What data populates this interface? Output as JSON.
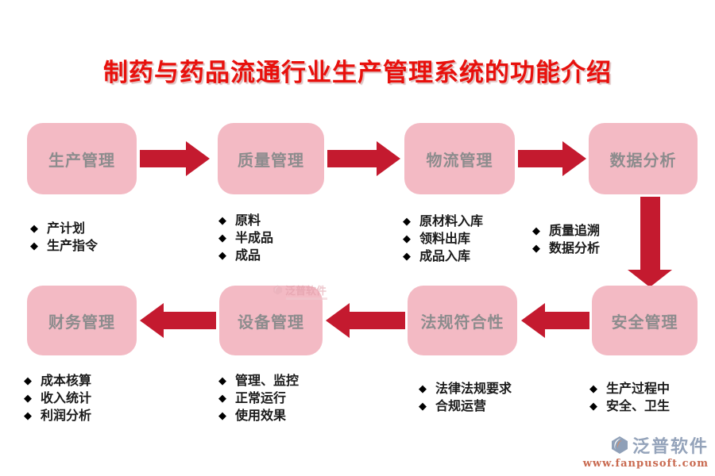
{
  "title": "制药与药品流通行业生产管理系统的功能介绍",
  "colors": {
    "title": "#E8100C",
    "box_fill": "#F3BAC4",
    "box_text": "#8C8C8D",
    "arrow": "#C41A2F",
    "bullet_text": "#1A1A1A",
    "logo_text": "#94A3BA",
    "logo_url": "#C96A50",
    "background": "#FFFFFF"
  },
  "icons": {
    "bullet": "◆"
  },
  "nodes": [
    {
      "id": "production",
      "label": "生产管理"
    },
    {
      "id": "quality",
      "label": "质量管理"
    },
    {
      "id": "logistics",
      "label": "物流管理"
    },
    {
      "id": "data-analysis",
      "label": "数据分析"
    },
    {
      "id": "finance",
      "label": "财务管理"
    },
    {
      "id": "equipment",
      "label": "设备管理"
    },
    {
      "id": "compliance",
      "label": "法规符合性"
    },
    {
      "id": "safety",
      "label": "安全管理"
    }
  ],
  "lists": [
    {
      "for": "生产管理",
      "items": [
        "产计划",
        "生产指令"
      ]
    },
    {
      "for": "质量管理",
      "items": [
        "原料",
        "半成品",
        "成品"
      ]
    },
    {
      "for": "物流管理",
      "items": [
        "原材料入库",
        "领料出库",
        "成品入库"
      ]
    },
    {
      "for": "数据分析",
      "items": [
        "质量追溯",
        "数据分析"
      ]
    },
    {
      "for": "财务管理",
      "items": [
        "成本核算",
        "收入统计",
        "利润分析"
      ]
    },
    {
      "for": "设备管理",
      "items": [
        "管理、监控",
        "正常运行",
        "使用效果"
      ]
    },
    {
      "for": "法规符合性",
      "items": [
        "法律法规要求",
        "合规运营"
      ]
    },
    {
      "for": "安全管理",
      "items": [
        "生产过程中",
        "安全、卫生"
      ]
    }
  ],
  "watermark": {
    "text": "泛普软件"
  },
  "footer": {
    "brand": "泛普软件",
    "url": "www.fanpusoft.com"
  }
}
